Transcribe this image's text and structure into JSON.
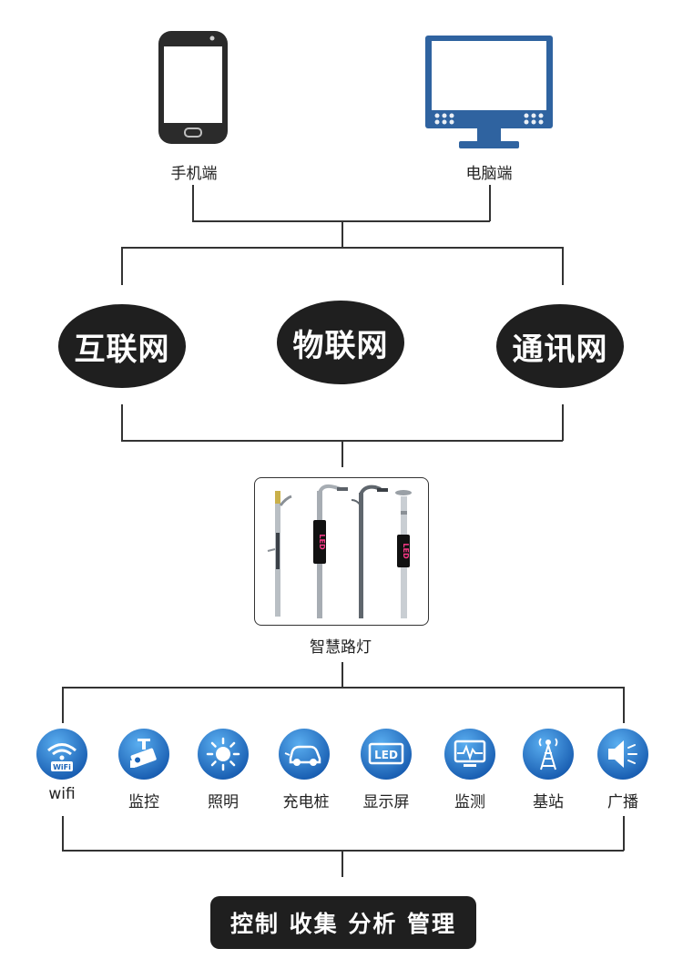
{
  "devices": {
    "phone_label": "手机端",
    "pc_label": "电脑端"
  },
  "networks": [
    {
      "label": "互联网"
    },
    {
      "label": "物联网"
    },
    {
      "label": "通讯网"
    }
  ],
  "lamp": {
    "label": "智慧路灯",
    "led_text": "LED"
  },
  "functions": [
    {
      "label": "wifi",
      "icon": "wifi-icon",
      "badge": "WiFi"
    },
    {
      "label": "监控",
      "icon": "camera-icon"
    },
    {
      "label": "照明",
      "icon": "sun-icon"
    },
    {
      "label": "充电桩",
      "icon": "car-charger-icon"
    },
    {
      "label": "显示屏",
      "icon": "led-display-icon",
      "badge": "LED"
    },
    {
      "label": "监测",
      "icon": "monitor-icon"
    },
    {
      "label": "基站",
      "icon": "tower-icon"
    },
    {
      "label": "广播",
      "icon": "speaker-icon"
    }
  ],
  "bottom": {
    "label": "控制 收集 分析 管理"
  },
  "colors": {
    "icon_blue": "#1a63b8",
    "icon_blue_light": "#4ea0e8",
    "monitor_blue": "#2f63a0",
    "dark": "#1f1f1f"
  }
}
